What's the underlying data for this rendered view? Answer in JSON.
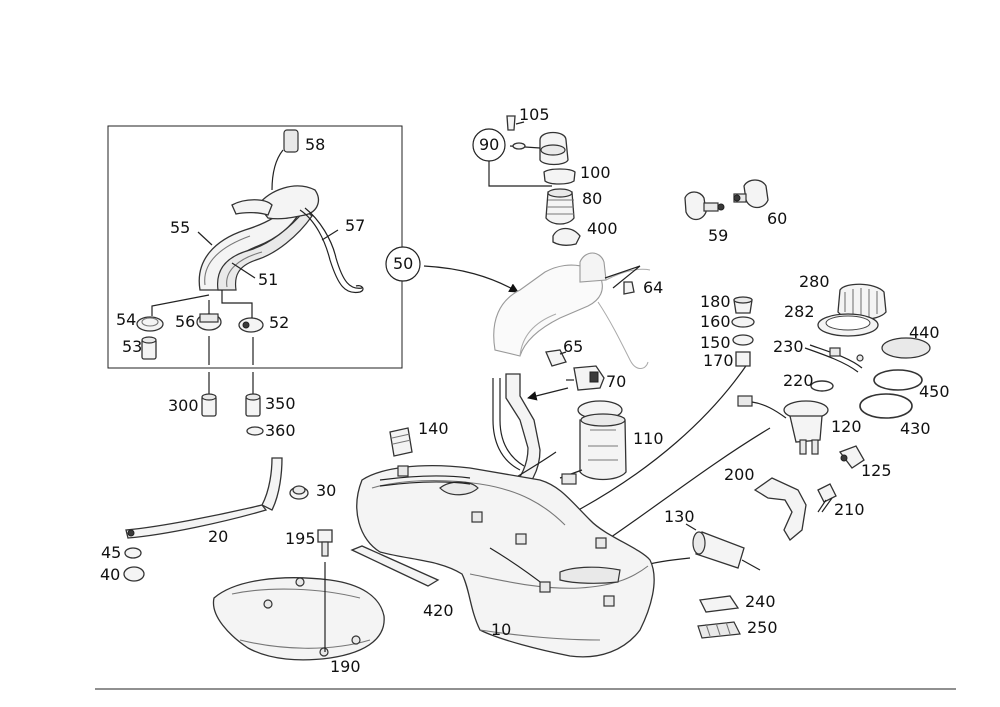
{
  "diagram": {
    "callouts": {
      "c10": "10",
      "c20": "20",
      "c30": "30",
      "c40": "40",
      "c45": "45",
      "c50": "50",
      "c51": "51",
      "c52": "52",
      "c53": "53",
      "c54": "54",
      "c55": "55",
      "c56": "56",
      "c57": "57",
      "c58": "58",
      "c59": "59",
      "c60": "60",
      "c64": "64",
      "c65": "65",
      "c70": "70",
      "c80": "80",
      "c90": "90",
      "c100": "100",
      "c105": "105",
      "c110": "110",
      "c120": "120",
      "c125": "125",
      "c130": "130",
      "c140": "140",
      "c150": "150",
      "c160": "160",
      "c170": "170",
      "c180": "180",
      "c190": "190",
      "c195": "195",
      "c200": "200",
      "c210": "210",
      "c220": "220",
      "c230": "230",
      "c240": "240",
      "c250": "250",
      "c280": "280",
      "c282": "282",
      "c300": "300",
      "c350": "350",
      "c360": "360",
      "c400": "400",
      "c420": "420",
      "c430": "430",
      "c440": "440",
      "c450": "450"
    }
  }
}
